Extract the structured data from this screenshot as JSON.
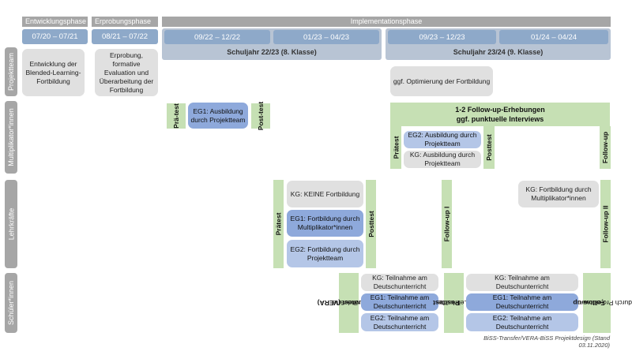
{
  "phases": {
    "entwicklung": "Entwicklungsphase",
    "erprobung": "Erprobungsphase",
    "implementation": "Implementationsphase"
  },
  "periods": [
    "07/20 – 07/21",
    "08/21 – 07/22",
    "09/22 – 12/22",
    "01/23 – 04/23",
    "09/23 – 12/23",
    "01/24 – 04/24"
  ],
  "school_years": [
    "Schuljahr 22/23 (8. Klasse)",
    "Schuljahr 23/24 (9. Klasse)"
  ],
  "rows": [
    "Projektteam",
    "Multiplikator*innen",
    "Lehrkräfte",
    "Schüler*innen"
  ],
  "projektteam": {
    "entwicklung": "Entwicklung der Blended-Learning-Fortbildung",
    "erprobung": "Erprobung, formative Evaluation und Überarbeitung der Fortbildung",
    "optimierung": "ggf. Optimierung der Fortbildung"
  },
  "multiplikatoren": {
    "praetest": "Prä-test",
    "eg1": "EG1: Ausbildung durch Projektteam",
    "posttest": "Post-test",
    "followup_title_1": "1-2 Follow-up-Erhebungen",
    "followup_title_2": "ggf. punktuelle Interviews",
    "praetest2": "Prätest",
    "eg2": "EG2: Ausbildung durch Projektteam",
    "kg": "KG: Ausbildung durch Projektteam",
    "posttest2": "Posttest",
    "followup": "Follow-up"
  },
  "lehrkraefte": {
    "praetest": "Prätest",
    "kg": "KG: KEINE Fortbildung",
    "eg1": "EG1: Fortbildung durch Multiplikator*innen",
    "eg2": "EG2: Fortbildung durch Projektteam",
    "posttest": "Posttest",
    "followup1": "Follow-up I",
    "kg2": "KG: Fortbildung durch Multiplikator*innen",
    "followup2": "Follow-up II"
  },
  "schueler": {
    "praetest": "Prätest (VERA)",
    "praetest_sub": "durch Lehrkräfte",
    "kg": "KG: Teilnahme am Deutschunterricht",
    "eg1": "EG1: Teilnahme am Deutschunterricht",
    "eg2": "EG2: Teilnahme am Deutschunterricht",
    "posttest": "Posttest",
    "posttest_sub": "durch Lehrkräfte",
    "kg2": "KG: Teilnahme am Deutschunterricht",
    "eg1b": "EG1: Teilnahme am Deutschunterricht",
    "eg2b": "EG2: Teilnahme am Deutschunterricht",
    "followup": "Follow-up",
    "followup_sub": "durch Projektteam"
  },
  "footer": "BiSS-Transfer/VERA-BiSS Projektdesign (Stand 03.11.2020)",
  "colors": {
    "phase": "#a6a6a6",
    "period": "#8ea9c9",
    "school_year": "#b8c4d4",
    "gray_box": "#e0e0e0",
    "blue_box": "#8ea9db",
    "light_blue_box": "#b4c6e7",
    "green": "#c6e0b4"
  }
}
